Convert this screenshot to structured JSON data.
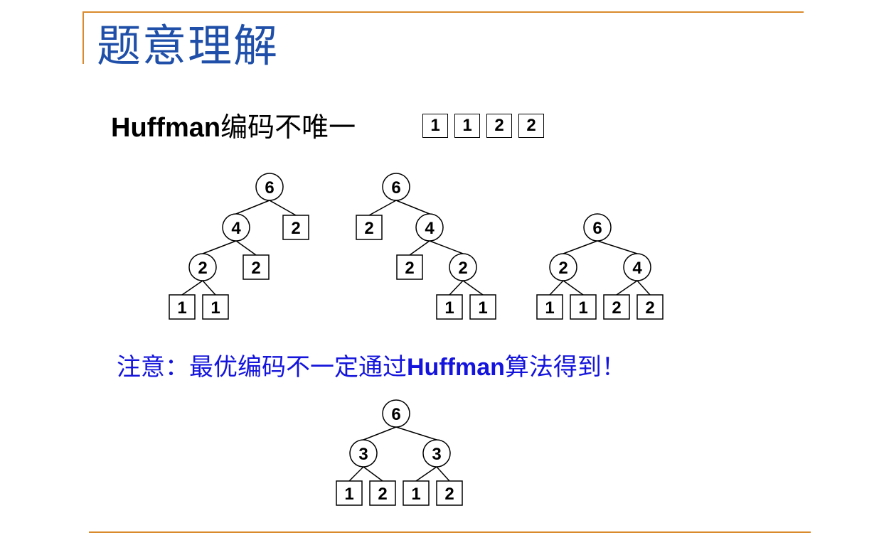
{
  "slide": {
    "title": "题意理解",
    "subtitle_latin": "Huffman",
    "subtitle_cjk": "编码不唯一",
    "sequence": [
      "1",
      "1",
      "2",
      "2"
    ],
    "note_prefix": "注意：最优编码不一定通过",
    "note_latin": "Huffman",
    "note_suffix": "算法得到！",
    "accent_color": "#d98a2b",
    "title_color": "#1f4fa8",
    "note_color": "#1414dc"
  },
  "trees": [
    {
      "nodes": [
        {
          "id": "a",
          "label": "6",
          "kind": "circle"
        },
        {
          "id": "b",
          "label": "4",
          "kind": "circle"
        },
        {
          "id": "c",
          "label": "2",
          "kind": "box"
        },
        {
          "id": "d",
          "label": "2",
          "kind": "circle"
        },
        {
          "id": "e",
          "label": "2",
          "kind": "box"
        },
        {
          "id": "f",
          "label": "1",
          "kind": "box"
        },
        {
          "id": "g",
          "label": "1",
          "kind": "box"
        }
      ],
      "edges": [
        [
          "a",
          "b"
        ],
        [
          "a",
          "c"
        ],
        [
          "b",
          "d"
        ],
        [
          "b",
          "e"
        ],
        [
          "d",
          "f"
        ],
        [
          "d",
          "g"
        ]
      ]
    },
    {
      "nodes": [
        {
          "id": "a",
          "label": "6",
          "kind": "circle"
        },
        {
          "id": "b",
          "label": "2",
          "kind": "box"
        },
        {
          "id": "c",
          "label": "4",
          "kind": "circle"
        },
        {
          "id": "d",
          "label": "2",
          "kind": "box"
        },
        {
          "id": "e",
          "label": "2",
          "kind": "circle"
        },
        {
          "id": "f",
          "label": "1",
          "kind": "box"
        },
        {
          "id": "g",
          "label": "1",
          "kind": "box"
        }
      ],
      "edges": [
        [
          "a",
          "b"
        ],
        [
          "a",
          "c"
        ],
        [
          "c",
          "d"
        ],
        [
          "c",
          "e"
        ],
        [
          "e",
          "f"
        ],
        [
          "e",
          "g"
        ]
      ]
    },
    {
      "nodes": [
        {
          "id": "a",
          "label": "6",
          "kind": "circle"
        },
        {
          "id": "b",
          "label": "2",
          "kind": "circle"
        },
        {
          "id": "c",
          "label": "4",
          "kind": "circle"
        },
        {
          "id": "d",
          "label": "1",
          "kind": "box"
        },
        {
          "id": "e",
          "label": "1",
          "kind": "box"
        },
        {
          "id": "f",
          "label": "2",
          "kind": "box"
        },
        {
          "id": "g",
          "label": "2",
          "kind": "box"
        }
      ],
      "edges": [
        [
          "a",
          "b"
        ],
        [
          "a",
          "c"
        ],
        [
          "b",
          "d"
        ],
        [
          "b",
          "e"
        ],
        [
          "c",
          "f"
        ],
        [
          "c",
          "g"
        ]
      ]
    },
    {
      "nodes": [
        {
          "id": "a",
          "label": "6",
          "kind": "circle"
        },
        {
          "id": "b",
          "label": "3",
          "kind": "circle"
        },
        {
          "id": "c",
          "label": "3",
          "kind": "circle"
        },
        {
          "id": "d",
          "label": "1",
          "kind": "box"
        },
        {
          "id": "e",
          "label": "2",
          "kind": "box"
        },
        {
          "id": "f",
          "label": "1",
          "kind": "box"
        },
        {
          "id": "g",
          "label": "2",
          "kind": "box"
        }
      ],
      "edges": [
        [
          "a",
          "b"
        ],
        [
          "a",
          "c"
        ],
        [
          "b",
          "d"
        ],
        [
          "b",
          "e"
        ],
        [
          "c",
          "f"
        ],
        [
          "c",
          "g"
        ]
      ]
    }
  ]
}
